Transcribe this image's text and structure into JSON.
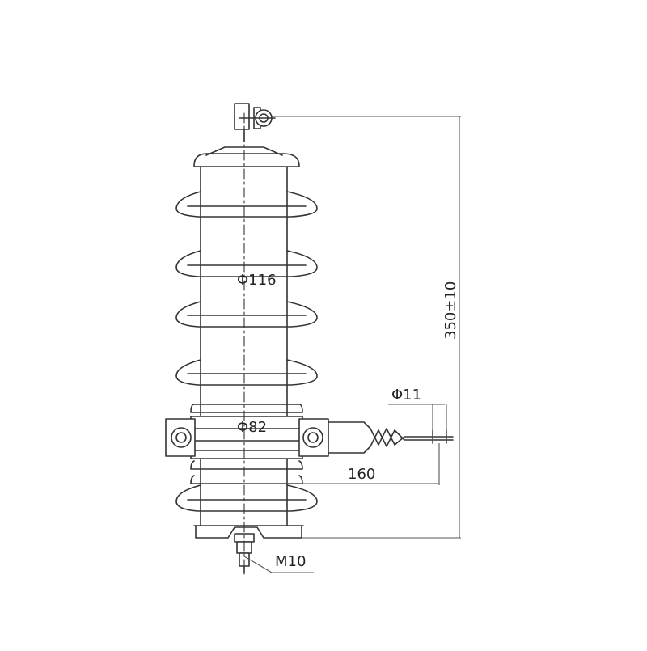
{
  "drawing": {
    "colors": {
      "line": "#333333",
      "dimension": "#555555",
      "background": "#ffffff"
    },
    "labels": {
      "shed_diameter": "Φ116",
      "core_diameter": "Φ82",
      "total_height": "350±10",
      "hole_diameter": "Φ11",
      "bracket_length": "160",
      "bottom_bolt": "M10"
    }
  }
}
